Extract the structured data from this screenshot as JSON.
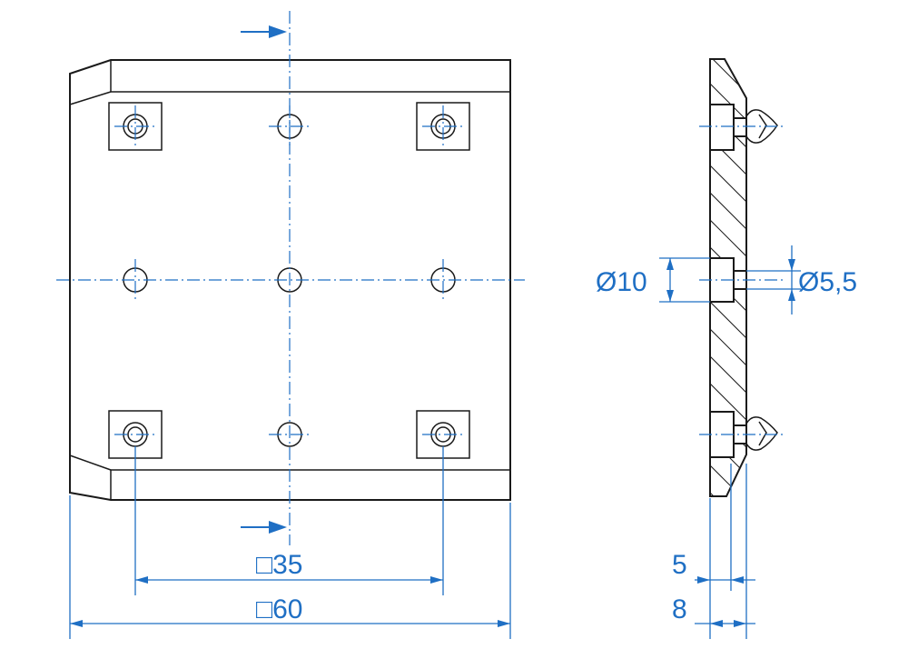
{
  "colors": {
    "outline": "#1a1a1a",
    "dimension": "#1f6fc4",
    "background": "#ffffff"
  },
  "dimensions": {
    "hole_pitch": "□35",
    "plate_width": "□60",
    "bore_diameter": "Ø10",
    "hole_diameter": "Ø5,5",
    "thickness_inner": "5",
    "thickness_total": "8"
  }
}
